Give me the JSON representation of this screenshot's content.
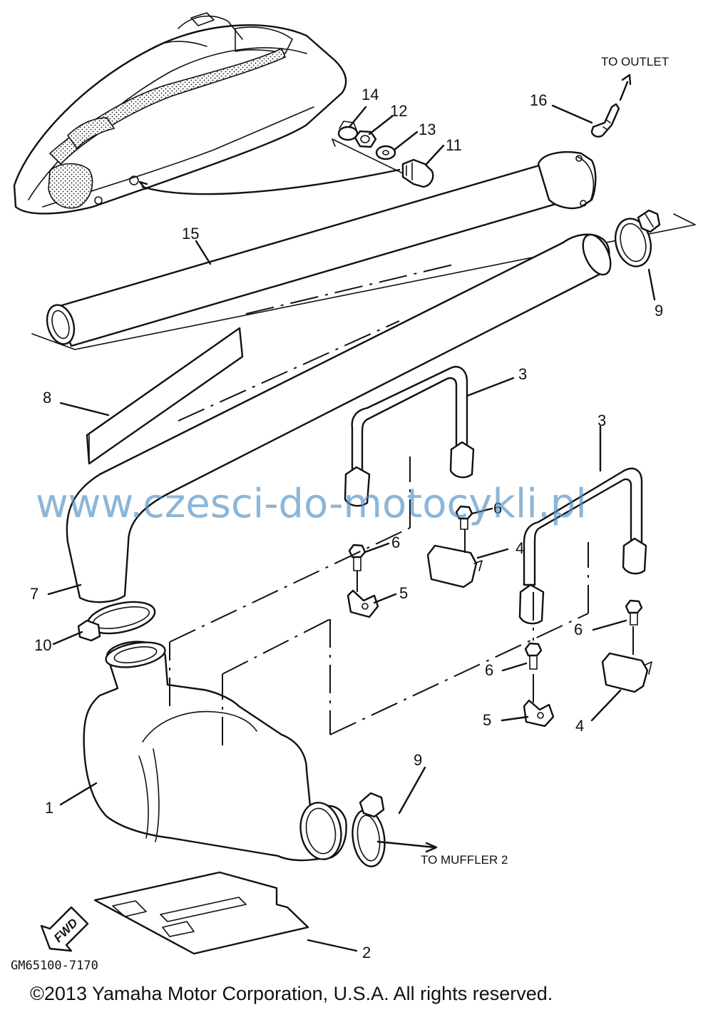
{
  "callouts": [
    {
      "id": "c1",
      "label": "1"
    },
    {
      "id": "c2",
      "label": "2"
    },
    {
      "id": "c3a",
      "label": "3"
    },
    {
      "id": "c3b",
      "label": "3"
    },
    {
      "id": "c4a",
      "label": "4"
    },
    {
      "id": "c4b",
      "label": "4"
    },
    {
      "id": "c5a",
      "label": "5"
    },
    {
      "id": "c5b",
      "label": "5"
    },
    {
      "id": "c6a",
      "label": "6"
    },
    {
      "id": "c6b",
      "label": "6"
    },
    {
      "id": "c6c",
      "label": "6"
    },
    {
      "id": "c6d",
      "label": "6"
    },
    {
      "id": "c7",
      "label": "7"
    },
    {
      "id": "c8",
      "label": "8"
    },
    {
      "id": "c9a",
      "label": "9"
    },
    {
      "id": "c9b",
      "label": "9"
    },
    {
      "id": "c10",
      "label": "10"
    },
    {
      "id": "c11",
      "label": "11"
    },
    {
      "id": "c12",
      "label": "12"
    },
    {
      "id": "c13",
      "label": "13"
    },
    {
      "id": "c14",
      "label": "14"
    },
    {
      "id": "c15",
      "label": "15"
    },
    {
      "id": "c16",
      "label": "16"
    }
  ],
  "notes": {
    "to_outlet": "TO OUTLET",
    "to_muffler": "TO MUFFLER 2",
    "fwd": "FWD"
  },
  "diagram_code": "GM65100-7170",
  "watermark": "www.czesci-do-motocykli.pl",
  "copyright": "©2013 Yamaha Motor Corporation, U.S.A. All rights reserved.",
  "colors": {
    "line": "#111111",
    "watermark": "#4f8fc4",
    "background": "#ffffff"
  }
}
